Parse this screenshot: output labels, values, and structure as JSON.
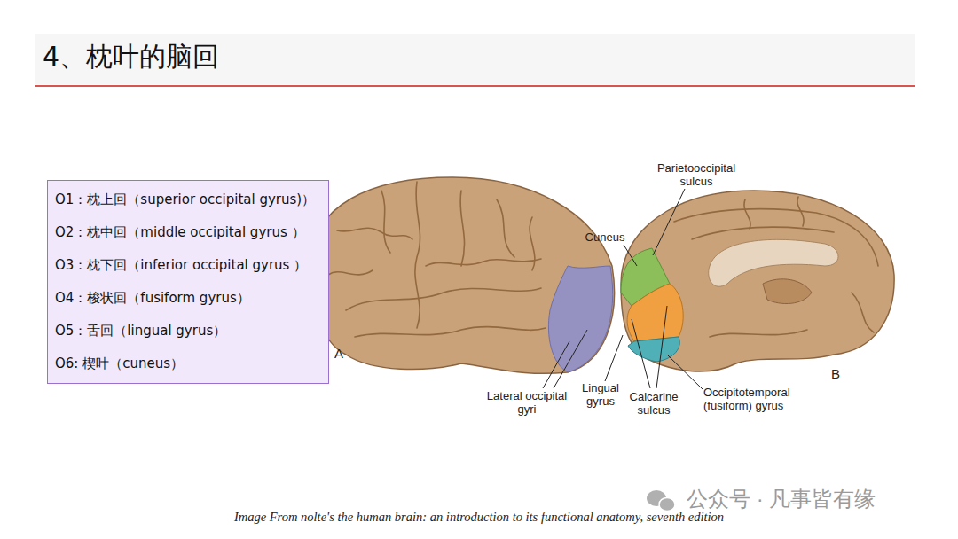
{
  "diagram": {
    "title": "4、枕叶的脑回",
    "caption": "Image From nolte's the human brain: an introduction to its functional anatomy, seventh edition",
    "nodes": [
      {
        "text": [
          "O1：枕上回（superior occipital gyrus)）",
          "O2：枕中回（middle occipital gyrus ）",
          "O3：枕下回（inferior occipital gyrus ）",
          "O4：梭状回（fusiform gyrus）",
          "O5：舌回（lingual gyrus）",
          "O6: 楔叶（cuneus）"
        ]
      }
    ],
    "labels": [
      "Parietooccipital sulcus",
      "Cuneus",
      "A",
      "B",
      "Lateral occipital gyri",
      "Lingual gyrus",
      "Calcarine sulcus",
      "Occipitotemporal (fusiform) gyrus",
      "公众号 · 凡事皆有缘"
    ]
  }
}
